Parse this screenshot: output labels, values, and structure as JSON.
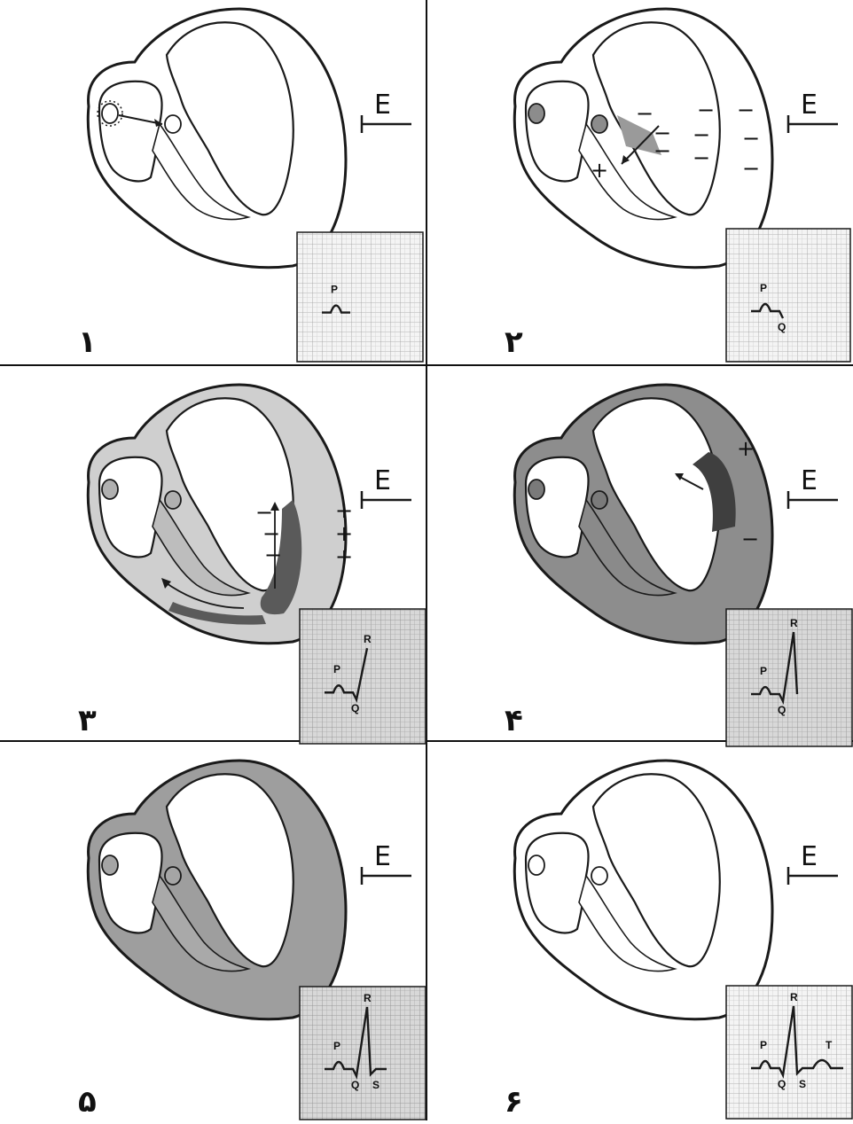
{
  "figure": {
    "panels": [
      {
        "number": "۱",
        "electrode_label": "E",
        "ecg_labels": [
          "P"
        ]
      },
      {
        "number": "۲",
        "electrode_label": "E",
        "ecg_labels": [
          "P",
          "Q"
        ]
      },
      {
        "number": "۳",
        "electrode_label": "E",
        "ecg_labels": [
          "P",
          "Q",
          "R"
        ]
      },
      {
        "number": "۴",
        "electrode_label": "E",
        "ecg_labels": [
          "P",
          "Q",
          "R"
        ]
      },
      {
        "number": "۵",
        "electrode_label": "E",
        "ecg_labels": [
          "P",
          "Q",
          "S",
          "R"
        ]
      },
      {
        "number": "۶",
        "electrode_label": "E",
        "ecg_labels": [
          "P",
          "Q",
          "S",
          "R",
          "T"
        ]
      }
    ],
    "charge_signs": {
      "plus": "+",
      "minus": "−"
    },
    "colors": {
      "ink": "#1a1a1a",
      "shade": "#9a9a9a",
      "dark_shade": "#5a5a5a",
      "grid": "#bfbfbf"
    }
  }
}
